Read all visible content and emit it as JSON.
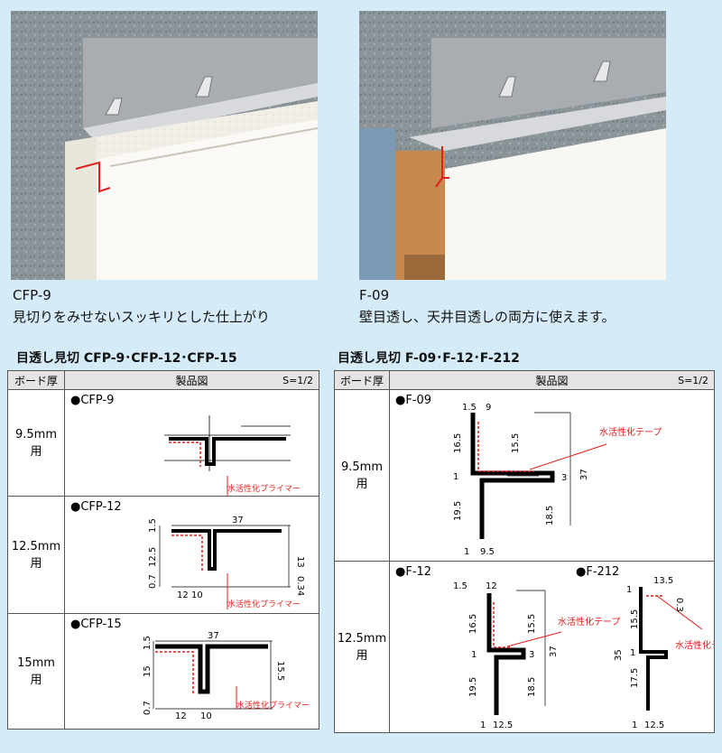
{
  "left": {
    "model": "CFP-9",
    "description": "見切りをみせないスッキリとした仕上がり",
    "section_title": "目透し見切 CFP-9･CFP-12･CFP-15",
    "table": {
      "col_board": "ボード厚",
      "col_drawing": "製品図",
      "scale": "S=1/2",
      "rows": [
        {
          "size": "9.5mm",
          "use": "用",
          "product": "●CFP-9",
          "dims": [],
          "note": "水活性化プライマー"
        },
        {
          "size": "12.5mm",
          "use": "用",
          "product": "●CFP-12",
          "dims": [
            "37",
            "1.5",
            "12.5",
            "13",
            "0.7",
            "12",
            "10",
            "0.34"
          ],
          "note": "水活性化プライマー"
        },
        {
          "size": "15mm",
          "use": "用",
          "product": "●CFP-15",
          "dims": [
            "37",
            "1.5",
            "15",
            "15.5",
            "0.7",
            "12",
            "10"
          ],
          "note": "水活性化プライマー"
        }
      ]
    }
  },
  "right": {
    "model": "F-09",
    "description": "壁目透し、天井目透しの両方に使えます。",
    "section_title": "目透し見切 F-09･F-12･F-212",
    "table": {
      "col_board": "ボード厚",
      "col_drawing": "製品図",
      "scale": "S=1/2",
      "rows": [
        {
          "size": "9.5mm",
          "use": "用",
          "product": "●F-09",
          "dims": [
            "1.5",
            "9",
            "16.5",
            "15.5",
            "1",
            "3",
            "37",
            "19.5",
            "18.5",
            "1",
            "9.5"
          ],
          "note": "水活性化テープ"
        },
        {
          "size": "12.5mm",
          "use": "用",
          "product": "●F-12",
          "dims": [
            "1.5",
            "12",
            "16.5",
            "15.5",
            "1",
            "3",
            "37",
            "19.5",
            "18.5",
            "1",
            "12.5"
          ],
          "note": "水活性化テープ",
          "product2": "●F-212",
          "dims2": [
            "13.5",
            "1",
            "0.3",
            "15.5",
            "35",
            "1",
            "17.5",
            "1",
            "12.5"
          ],
          "note2": "水活性化テープ"
        }
      ]
    }
  },
  "colors": {
    "background": "#d5ecf8",
    "accent_red": "#e0201c",
    "header_gray": "#e4e4e4"
  }
}
